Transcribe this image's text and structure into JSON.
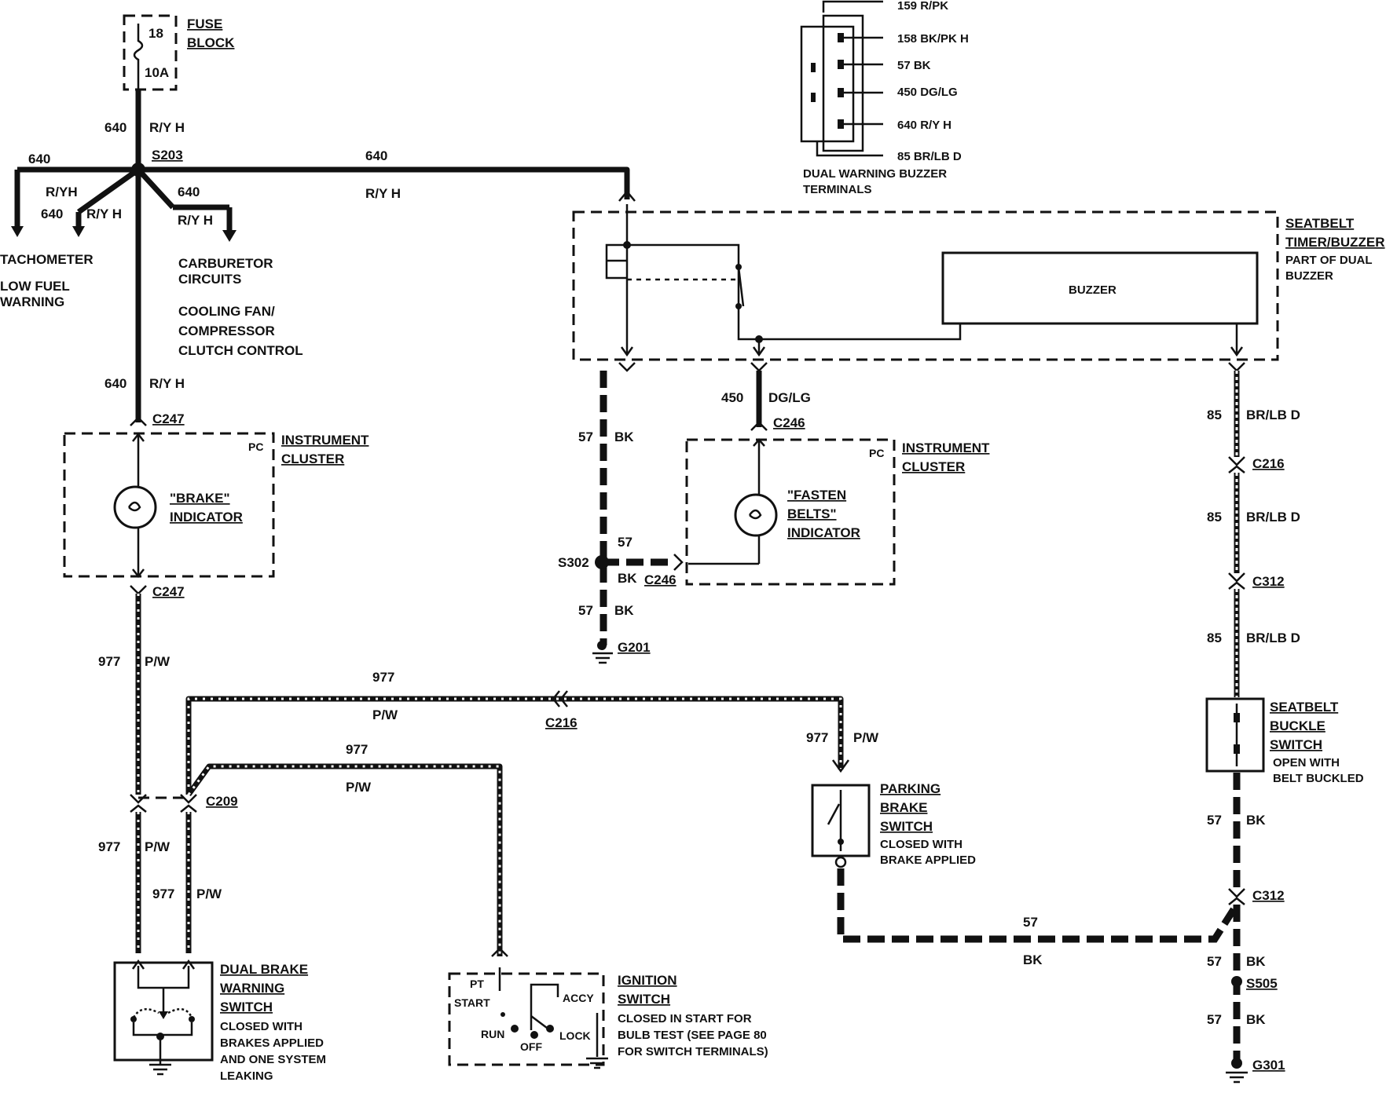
{
  "fuse": {
    "title1": "FUSE",
    "title2": "BLOCK",
    "number": "18",
    "rating": "10A"
  },
  "splices": {
    "s203": "S203",
    "s302": "S302",
    "s505": "S505"
  },
  "grounds": {
    "g201": "G201",
    "g301": "G301"
  },
  "connectors": {
    "c247a": "C247",
    "c247b": "C247",
    "c246a": "C246",
    "c246b": "C246",
    "c216a": "C216",
    "c216b": "C216",
    "c312a": "C312",
    "c312b": "C312",
    "c209": "C209"
  },
  "wires": {
    "w640": "640",
    "ry_h": "R/Y H",
    "ry_h2": "R/YH",
    "w977": "977",
    "pw": "P/W",
    "w57": "57",
    "bk": "BK",
    "w450": "450",
    "dglg": "DG/LG",
    "w85": "85",
    "brlbd": "BR/LB D"
  },
  "branches": {
    "tach": "TACHOMETER",
    "lowfuel1": "LOW FUEL",
    "lowfuel2": "WARNING",
    "carb1": "CARBURETOR",
    "carb2": "CIRCUITS",
    "cool1": "COOLING FAN/",
    "cool2": "COMPRESSOR",
    "cool3": "CLUTCH CONTROL"
  },
  "cluster1": {
    "t1": "INSTRUMENT",
    "t2": "CLUSTER",
    "pc": "PC",
    "ind1": "\"BRAKE\"",
    "ind2": "INDICATOR"
  },
  "cluster2": {
    "t1": "INSTRUMENT",
    "t2": "CLUSTER",
    "pc": "PC",
    "ind1": "\"FASTEN",
    "ind2": "BELTS\"",
    "ind3": "INDICATOR"
  },
  "timer": {
    "t1": "SEATBELT",
    "t2": "TIMER/BUZZER",
    "n1": "PART OF DUAL",
    "n2": "BUZZER",
    "buzzer": "BUZZER"
  },
  "terminals": {
    "t1": "159 R/PK",
    "t2": "158 BK/PK H",
    "t3": "57 BK",
    "t4": "450 DG/LG",
    "t5": "640 R/Y H",
    "t6": "85 BR/LB D",
    "cap1": "DUAL WARNING BUZZER",
    "cap2": "TERMINALS"
  },
  "buckle": {
    "t1": "SEATBELT",
    "t2": "BUCKLE",
    "t3": "SWITCH",
    "n1": "OPEN WITH",
    "n2": "BELT BUCKLED"
  },
  "parking": {
    "t1": "PARKING",
    "t2": "BRAKE",
    "t3": "SWITCH",
    "n1": "CLOSED WITH",
    "n2": "BRAKE APPLIED"
  },
  "dualbrake": {
    "t1": "DUAL BRAKE",
    "t2": "WARNING",
    "t3": "SWITCH",
    "n1": "CLOSED WITH",
    "n2": "BRAKES APPLIED",
    "n3": "AND ONE SYSTEM",
    "n4": "LEAKING"
  },
  "ignition": {
    "t1": "IGNITION",
    "t2": "SWITCH",
    "n1": "CLOSED IN START FOR",
    "n2": "BULB TEST (SEE PAGE 80",
    "n3": "FOR SWITCH TERMINALS)",
    "pt": "PT",
    "start": "START",
    "run": "RUN",
    "off": "OFF",
    "accy": "ACCY",
    "lock": "LOCK"
  }
}
